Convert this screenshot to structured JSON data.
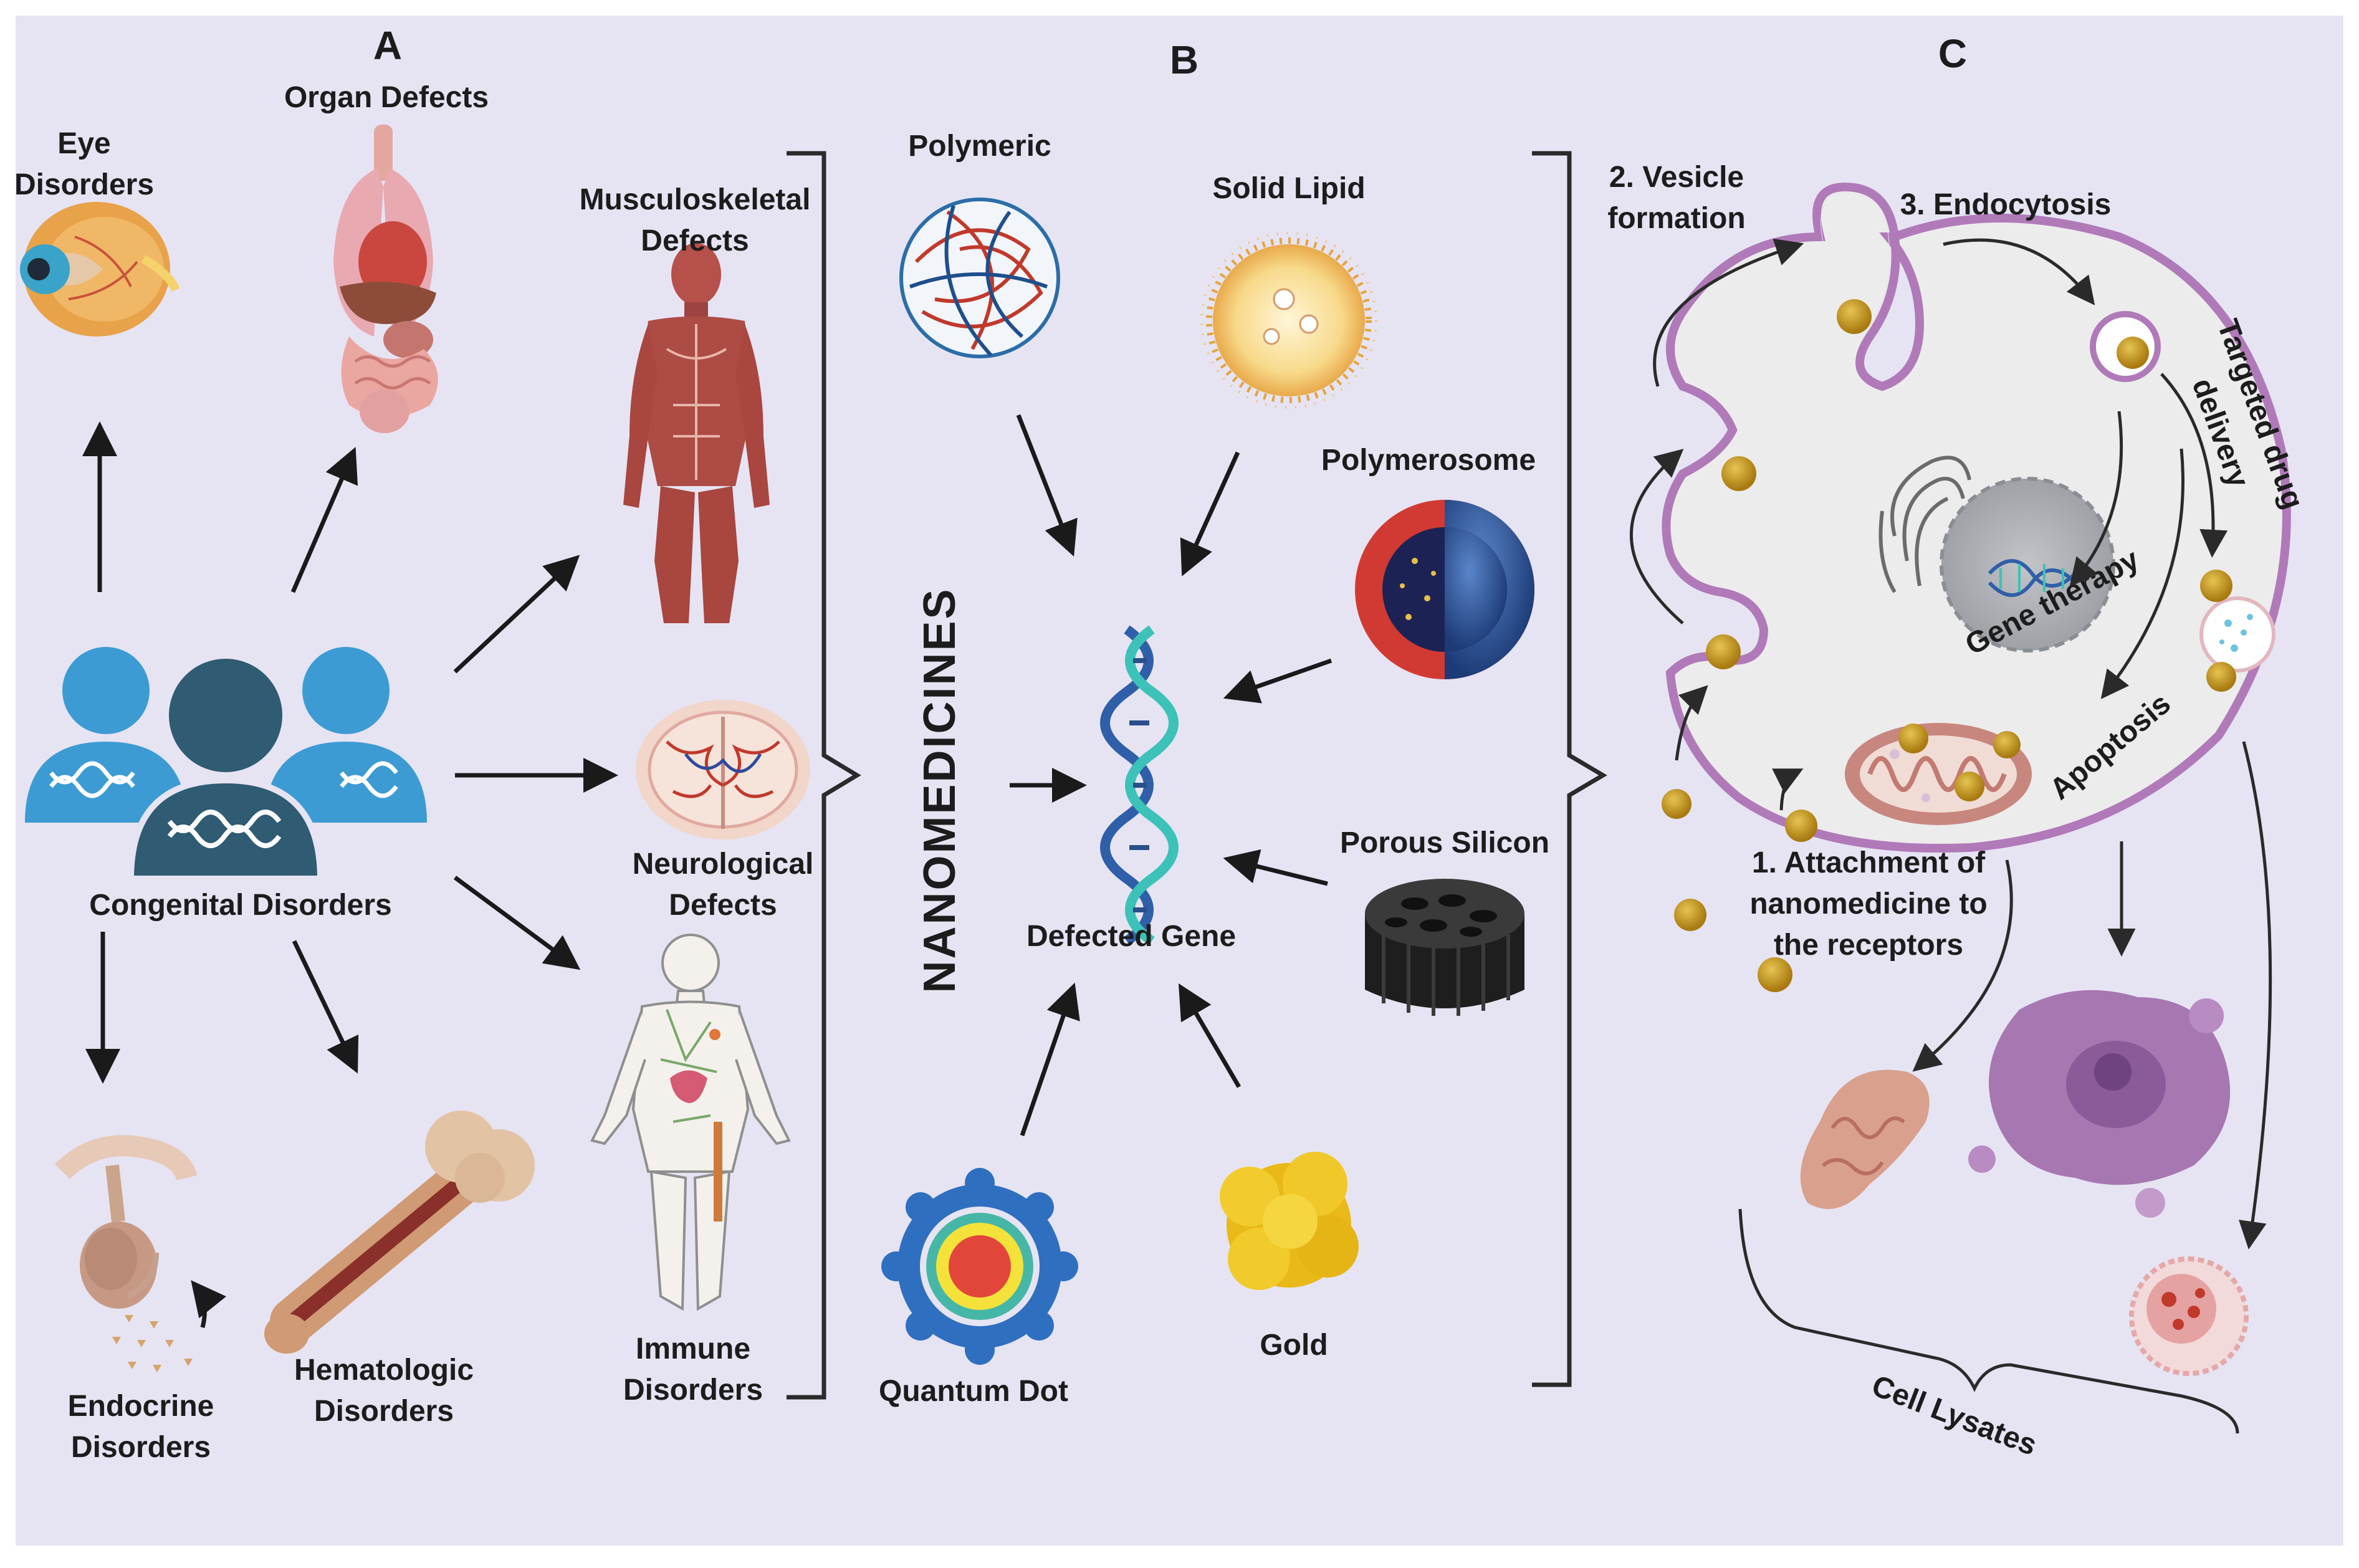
{
  "panels": {
    "a": "A",
    "b": "B",
    "c": "C"
  },
  "panel_a": {
    "eye": [
      "Eye",
      "Disorders"
    ],
    "organ": "Organ Defects",
    "musculo": [
      "Musculoskeletal",
      "Defects"
    ],
    "neuro": [
      "Neurological",
      "Defects"
    ],
    "immune": [
      "Immune",
      "Disorders"
    ],
    "endocrine": [
      "Endocrine",
      "Disorders"
    ],
    "hematologic": [
      "Hematologic",
      "Disorders"
    ],
    "congenital": "Congenital Disorders"
  },
  "panel_b": {
    "vertical_title": "NANOMEDICINES",
    "polymeric": "Polymeric",
    "solid_lipid": "Solid Lipid",
    "polymerosome": "Polymerosome",
    "porous_silicon": "Porous Silicon",
    "gold": "Gold",
    "quantum_dot": "Quantum Dot",
    "defected_gene": "Defected Gene"
  },
  "panel_c": {
    "vesicle": [
      "2. Vesicle",
      "formation"
    ],
    "endocytosis": "3. Endocytosis",
    "targeted": [
      "Targeted drug",
      "delivery"
    ],
    "gene_therapy": "Gene therapy",
    "apoptosis": "Apoptosis",
    "attachment": [
      "1. Attachment of",
      "nanomedicine to",
      "the receptors"
    ],
    "cell_lysates": "Cell Lysates"
  },
  "colors": {
    "background": "#e6e4f3",
    "people_light": "#3d9bd4",
    "people_dark": "#2f5b73",
    "nanoparticle": "#c89a1e",
    "membrane": "#b07ab9",
    "cytoplasm": "#ececec"
  }
}
